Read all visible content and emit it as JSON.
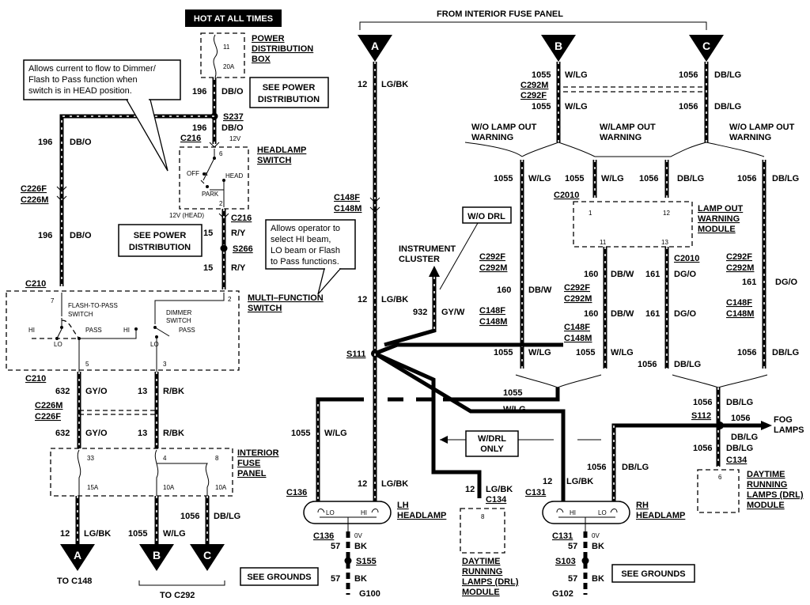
{
  "labels": {
    "hot_at_all_times": "HOT AT ALL TIMES",
    "from_interior_fuse_panel": "FROM INTERIOR FUSE PANEL",
    "power_distribution_box": [
      "POWER",
      "DISTRIBUTION",
      "BOX"
    ],
    "see_power_distribution": [
      "SEE POWER",
      "DISTRIBUTION"
    ],
    "headlamp_switch": [
      "HEADLAMP",
      "SWITCH"
    ],
    "multi_function_switch": [
      "MULTI–FUNCTION",
      "SWITCH"
    ],
    "interior_fuse_panel": [
      "INTERIOR",
      "FUSE",
      "PANEL"
    ],
    "callout_dimmer": [
      "Allows current to flow to Dimmer/",
      "Flash to Pass function when",
      "switch is in HEAD position."
    ],
    "callout_operator": [
      "Allows operator to",
      "select HI beam,",
      "LO beam or Flash",
      "to Pass functions."
    ],
    "wo_lamp_out_warning": [
      "W/O LAMP OUT",
      "WARNING"
    ],
    "w_lamp_out_warning": [
      "W/LAMP OUT",
      "WARNING"
    ],
    "lamp_out_warning_module": [
      "LAMP OUT",
      "WARNING",
      "MODULE"
    ],
    "wo_drl": "W/O DRL",
    "w_drl_only": [
      "W/DRL",
      "ONLY"
    ],
    "instrument_cluster": [
      "INSTRUMENT",
      "CLUSTER"
    ],
    "lh_headlamp": [
      "LH",
      "HEADLAMP"
    ],
    "rh_headlamp": [
      "RH",
      "HEADLAMP"
    ],
    "drl_module": [
      "DAYTIME",
      "RUNNING",
      "LAMPS (DRL)",
      "MODULE"
    ],
    "fog_lamps": [
      "FOG",
      "LAMPS"
    ],
    "see_grounds": "SEE GROUNDS",
    "to_c148": "TO C148",
    "to_c292": "TO C292",
    "flash_to_pass_switch": [
      "FLASH-TO-PASS",
      "SWITCH"
    ],
    "dimmer_switch": [
      "DIMMER",
      "SWITCH"
    ],
    "hi": "HI",
    "lo": "LO",
    "pass": "PASS",
    "off": "OFF",
    "head": "HEAD",
    "park": "PARK",
    "v12": "12V",
    "v12_head": "12V (HEAD)",
    "v0": "0V",
    "fuse_20a": "20A",
    "fuse_15a": "15A",
    "fuse_10a": "10A"
  },
  "connectors": {
    "A": "A",
    "B": "B",
    "C": "C",
    "s237": "S237",
    "c216": "C216",
    "s266": "S266",
    "c210": "C210",
    "c226f": "C226F",
    "c226m": "C226M",
    "c148f": "C148F",
    "c148m": "C148M",
    "c292m": "C292M",
    "c292f": "C292F",
    "c2010": "C2010",
    "s111": "S111",
    "s112": "S112",
    "c134": "C134",
    "c136": "C136",
    "c131": "C131",
    "s155": "S155",
    "s103": "S103",
    "g100": "G100",
    "g102": "G102"
  },
  "circuits": {
    "c196": "196",
    "db_o": "DB/O",
    "c15": "15",
    "r_y": "R/Y",
    "c632": "632",
    "gy_o": "GY/O",
    "c13": "13",
    "r_bk": "R/BK",
    "c12": "12",
    "lg_bk": "LG/BK",
    "c1055": "1055",
    "w_lg": "W/LG",
    "c1056": "1056",
    "db_lg": "DB/LG",
    "c160": "160",
    "db_w": "DB/W",
    "c161": "161",
    "dg_o": "DG/O",
    "c932": "932",
    "gy_w": "GY/W",
    "c57": "57",
    "bk": "BK"
  },
  "pins": {
    "p11": "11",
    "p6": "6",
    "p2": "2",
    "p7": "7",
    "p5": "5",
    "p3": "3",
    "p33": "33",
    "p4": "4",
    "p8": "8",
    "p1": "1",
    "p12": "12",
    "p13": "13"
  }
}
